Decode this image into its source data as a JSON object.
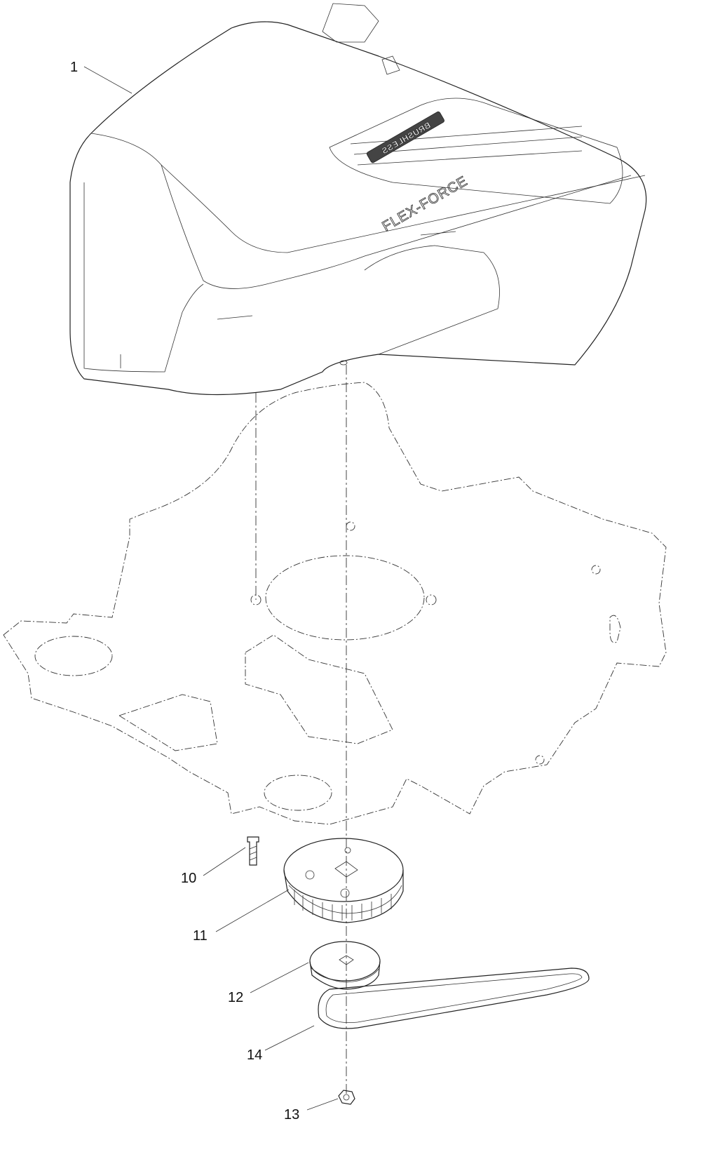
{
  "diagram": {
    "callouts": [
      {
        "number": "1",
        "part": "motor-cover"
      },
      {
        "number": "10",
        "part": "bolt"
      },
      {
        "number": "11",
        "part": "toothed-pulley"
      },
      {
        "number": "12",
        "part": "v-pulley"
      },
      {
        "number": "13",
        "part": "nut"
      },
      {
        "number": "14",
        "part": "belt"
      }
    ],
    "logo_text": "FLEX-FORCE",
    "badge_text": "BRUSHLESS"
  }
}
